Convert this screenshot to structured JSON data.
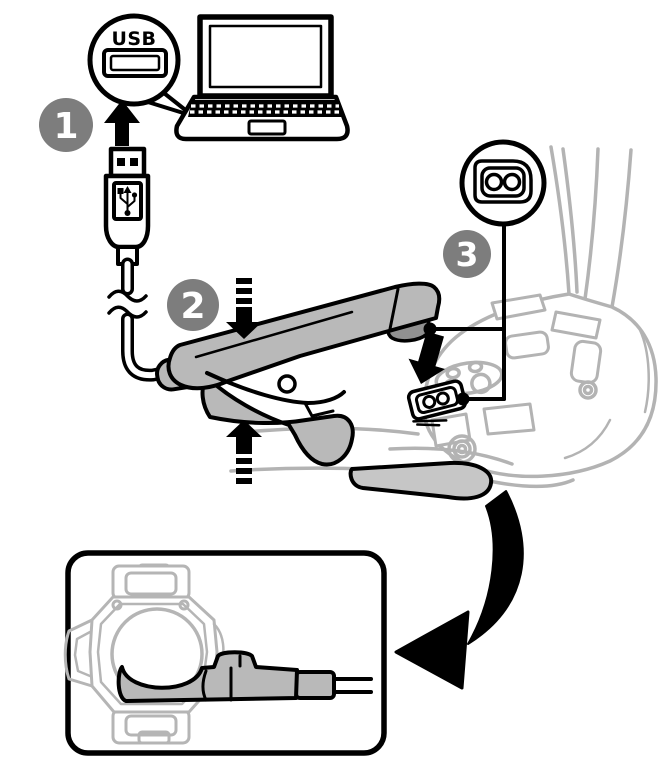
{
  "diagram": {
    "kind": "instruction-diagram",
    "background": "#ffffff",
    "colors": {
      "outline": "#000000",
      "step_badge_gray": "#7d7d7d",
      "badge_number_white": "#ffffff",
      "charger_clip_gray": "#b9b9b9",
      "clip_contact_nose_gray": "#909090",
      "watch_line_gray": "#b3b3b3",
      "strap_plate_gray": "#c6c6c6"
    },
    "callouts": {
      "usb_label": "USB"
    },
    "steps": [
      {
        "number": "1"
      },
      {
        "number": "2"
      },
      {
        "number": "3"
      }
    ],
    "icons": [
      "usb-port-callout-icon",
      "laptop-icon",
      "insert-usb-arrow-icon",
      "usb-plug-icon",
      "press-down-arrow-icon",
      "press-up-arrow-icon",
      "charger-clip-icon",
      "watch-back-icon",
      "charging-contact-icon",
      "charging-contact-callout-icon",
      "attach-arrow-icon",
      "flip-arrow-icon",
      "inset-watch-with-clip-icon"
    ]
  }
}
